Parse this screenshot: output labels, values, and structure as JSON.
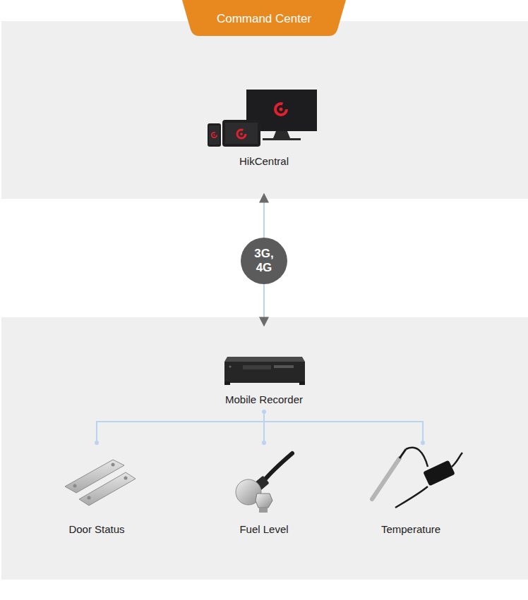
{
  "diagram": {
    "nodes": [
      {
        "text": [
          "Command Center"
        ]
      },
      {
        "text": [
          "HikCentral"
        ],
        "in": 0
      },
      {
        "text": [
          "3G, 4G"
        ]
      },
      {
        "text": [
          "Mobile Recorder"
        ]
      },
      {
        "text": [
          "Door Status"
        ]
      },
      {
        "text": [
          "Fuel Level"
        ]
      },
      {
        "text": [
          "Temperature"
        ]
      }
    ],
    "edges": [
      {
        "from": 2,
        "to": 1,
        "arrow": "to"
      },
      {
        "from": 2,
        "to": 3,
        "arrow": "to"
      },
      {
        "from": 3,
        "to": 4,
        "arrow": "none"
      },
      {
        "from": 3,
        "to": 5,
        "arrow": "none"
      },
      {
        "from": 3,
        "to": 6,
        "arrow": "none"
      }
    ]
  }
}
